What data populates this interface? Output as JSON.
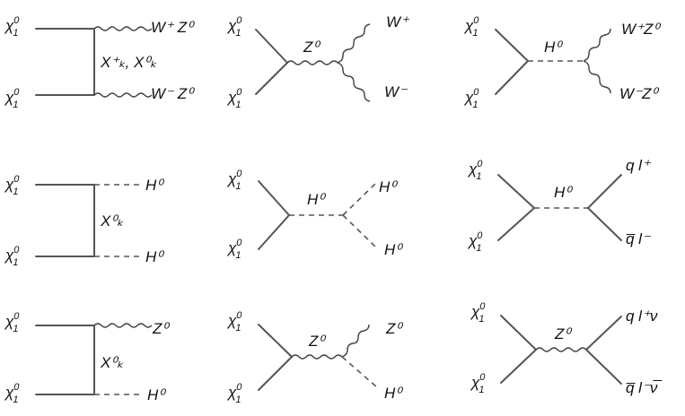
{
  "diagrams": [
    {
      "kind": "t-channel",
      "in_top": {
        "base": "χ",
        "sup": "0",
        "sub": "1"
      },
      "in_bottom": {
        "base": "χ",
        "sup": "0",
        "sub": "1"
      },
      "propagator": "X⁺ₖ, X⁰ₖ",
      "out_top": "W⁺ Z⁰",
      "out_bottom": "W⁻ Z⁰"
    },
    {
      "kind": "s-channel",
      "in_top": {
        "base": "χ",
        "sup": "0",
        "sub": "1"
      },
      "in_bottom": {
        "base": "χ",
        "sup": "0",
        "sub": "1"
      },
      "mediator": "Z⁰",
      "out_top": "W⁺",
      "out_bottom": "W⁻"
    },
    {
      "kind": "s-channel",
      "in_top": {
        "base": "χ",
        "sup": "0",
        "sub": "1"
      },
      "in_bottom": {
        "base": "χ",
        "sup": "0",
        "sub": "1"
      },
      "mediator": "H⁰",
      "out_top": "W⁺Z⁰",
      "out_bottom": "W⁻Z⁰"
    },
    {
      "kind": "t-channel",
      "in_top": {
        "base": "χ",
        "sup": "0",
        "sub": "1"
      },
      "in_bottom": {
        "base": "χ",
        "sup": "0",
        "sub": "1"
      },
      "propagator": "X⁰ₖ",
      "out_top": "H⁰",
      "out_bottom": "H⁰"
    },
    {
      "kind": "s-channel",
      "in_top": {
        "base": "χ",
        "sup": "0",
        "sub": "1"
      },
      "in_bottom": {
        "base": "χ",
        "sup": "0",
        "sub": "1"
      },
      "mediator": "H⁰",
      "out_top": "H⁰",
      "out_bottom": "H⁰"
    },
    {
      "kind": "s-channel",
      "in_top": {
        "base": "χ",
        "sup": "0",
        "sub": "1"
      },
      "in_bottom": {
        "base": "χ",
        "sup": "0",
        "sub": "1"
      },
      "mediator": "H⁰",
      "out_top": "q  l⁺",
      "out_bottom": "q̅  l⁻"
    },
    {
      "kind": "t-channel",
      "in_top": {
        "base": "χ",
        "sup": "0",
        "sub": "1"
      },
      "in_bottom": {
        "base": "χ",
        "sup": "0",
        "sub": "1"
      },
      "propagator": "X⁰ₖ",
      "out_top": "Z⁰",
      "out_bottom": "H⁰"
    },
    {
      "kind": "s-channel",
      "in_top": {
        "base": "χ",
        "sup": "0",
        "sub": "1"
      },
      "in_bottom": {
        "base": "χ",
        "sup": "0",
        "sub": "1"
      },
      "mediator": "Z⁰",
      "out_top": "Z⁰",
      "out_bottom": "H⁰"
    },
    {
      "kind": "s-channel",
      "in_top": {
        "base": "χ",
        "sup": "0",
        "sub": "1"
      },
      "in_bottom": {
        "base": "χ",
        "sup": "0",
        "sub": "1"
      },
      "mediator": "Z⁰",
      "out_top": "q  l⁺ν",
      "out_bottom": "q̅  l⁻ν̅"
    }
  ]
}
